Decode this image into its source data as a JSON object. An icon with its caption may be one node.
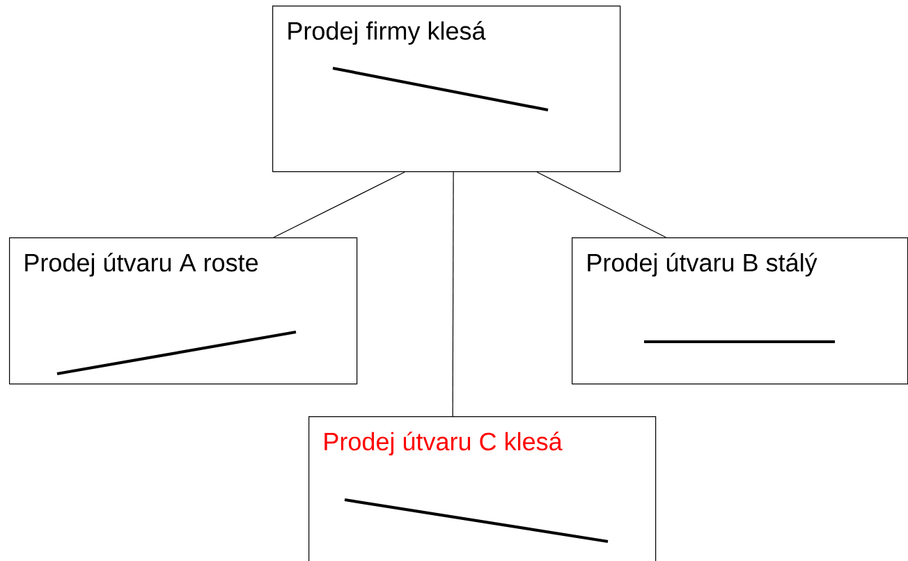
{
  "diagram": {
    "nodes": [
      {
        "text": [
          "Prodej firmy  klesá"
        ]
      },
      {
        "text": [
          "Prodej útvaru A roste"
        ]
      },
      {
        "text": [
          "Prodej útvaru B stálý"
        ]
      },
      {
        "text": [
          "Prodej útvaru C klesá"
        ]
      }
    ],
    "edges": [
      {
        "from": 0,
        "to": 1,
        "arrow": "none"
      },
      {
        "from": 0,
        "to": 3,
        "arrow": "none"
      },
      {
        "from": 0,
        "to": 2,
        "arrow": "none"
      }
    ]
  }
}
